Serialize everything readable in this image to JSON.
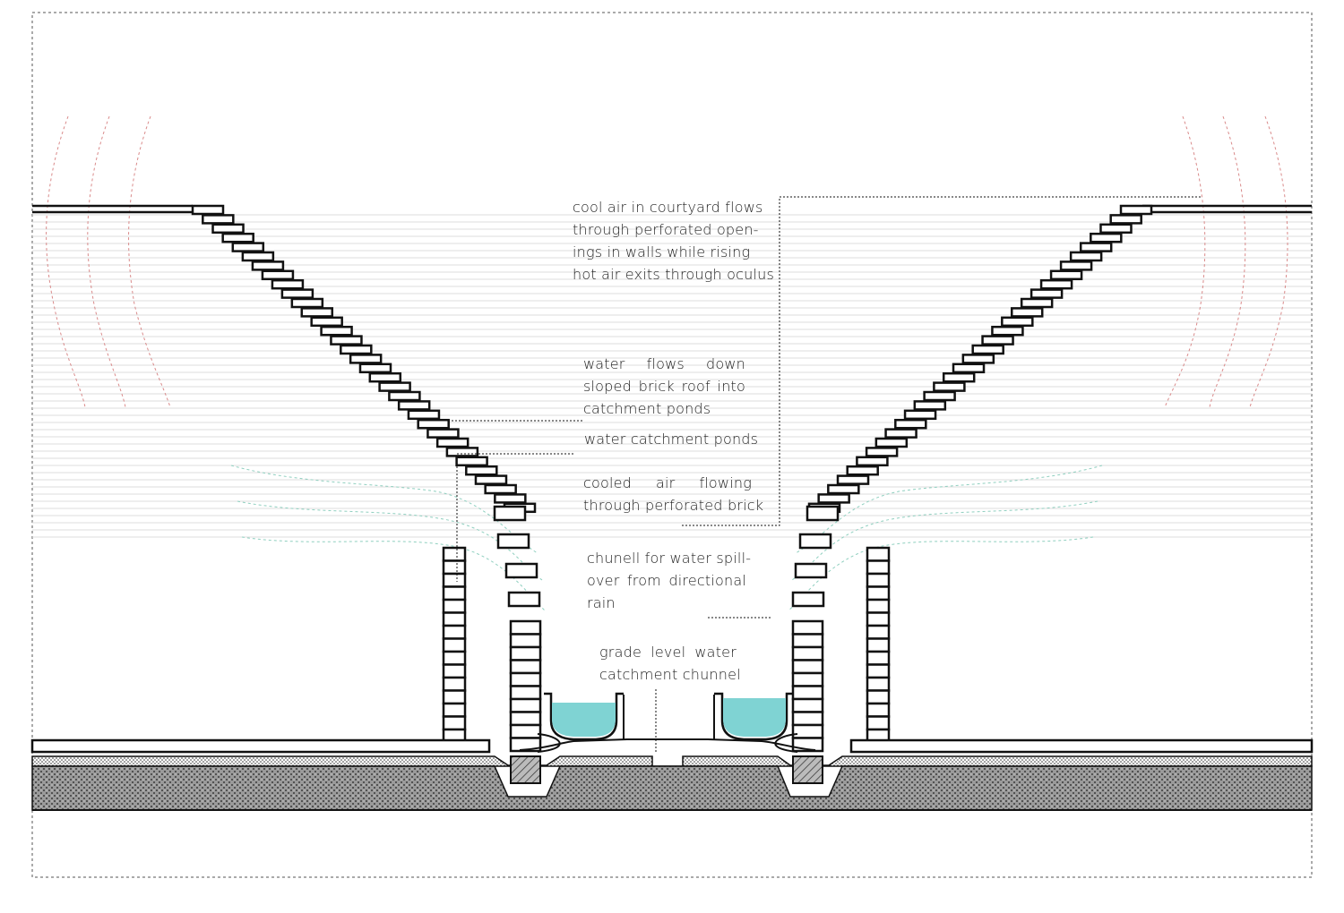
{
  "annotations": {
    "cool_air": {
      "lines": [
        "cool air in courtyard flows",
        "through perforated open-",
        "ings in walls while rising",
        "hot air exits through oculus"
      ]
    },
    "water_flows": {
      "lines": [
        "water flows down",
        "sloped brick roof into",
        "catchment ponds"
      ]
    },
    "catchment_ponds": {
      "lines": [
        "water catchment ponds"
      ]
    },
    "cooled_air": {
      "lines": [
        "cooled air flowing",
        "through perforated brick"
      ]
    },
    "chunell": {
      "lines": [
        "chunell for water spill-",
        "over from directional",
        "rain"
      ]
    },
    "grade_level": {
      "lines": [
        "grade level water",
        "catchment chunnel"
      ]
    }
  },
  "colors": {
    "line": "#111111",
    "water": "#7fd3d3",
    "hot_air": "#d98a8a",
    "cool_air": "#8fcfbf",
    "hatch_lines": "#d9d9d9",
    "frame": "#555555"
  }
}
